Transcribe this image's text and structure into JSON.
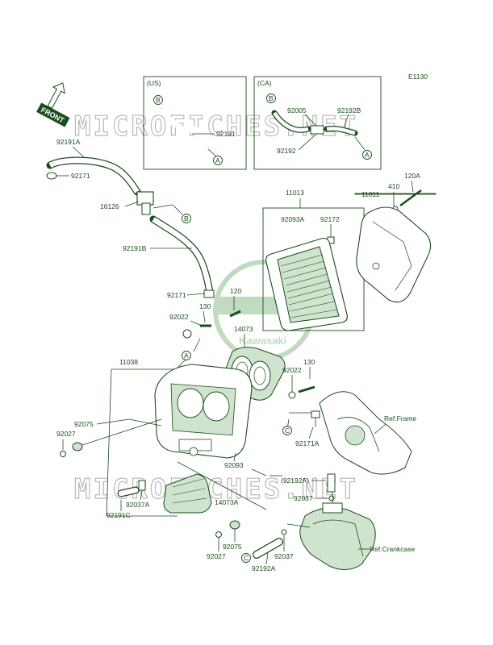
{
  "diagram_code": "E1130",
  "front_label": "FRONT",
  "watermark": "MICROFICHES.NET",
  "logo_text": "Kawasaki",
  "boxes": {
    "us": {
      "title": "(US)",
      "part": "92191",
      "ref_b": "B",
      "ref_a": "A"
    },
    "ca": {
      "title": "(CA)",
      "parts": [
        "92005",
        "92192B",
        "92192"
      ],
      "ref_b": "B",
      "ref_a": "A"
    }
  },
  "labels": {
    "p11013": "11013",
    "p92093A": "92093A",
    "p92172": "92172",
    "p11011": "11011",
    "p410": "410",
    "p120A": "120A",
    "p92191A": "92191A",
    "p92171a": "92171",
    "p16126": "16126",
    "p92191B": "92191B",
    "p92171b": "92171",
    "p120": "120",
    "p130a": "130",
    "p92022a": "92022",
    "p14073": "14073",
    "p11038": "11038",
    "p130b": "130",
    "p92022b": "92022",
    "p92075a": "92075",
    "p92027a": "92027",
    "p92093": "92093",
    "p92171A": "92171A",
    "refFrame": "Ref.Frame",
    "p92192Ap": "(92192A)",
    "p92037a": "92037",
    "p92037A": "92037A",
    "p14073A": "14073A",
    "p92191C": "92191C",
    "p92075b": "92075",
    "p92027b": "92027",
    "p92037b": "92037",
    "p92192A": "92192A",
    "refCrankcase": "Ref.Crankcase"
  },
  "refs": {
    "a": "A",
    "b": "B",
    "c": "C"
  }
}
